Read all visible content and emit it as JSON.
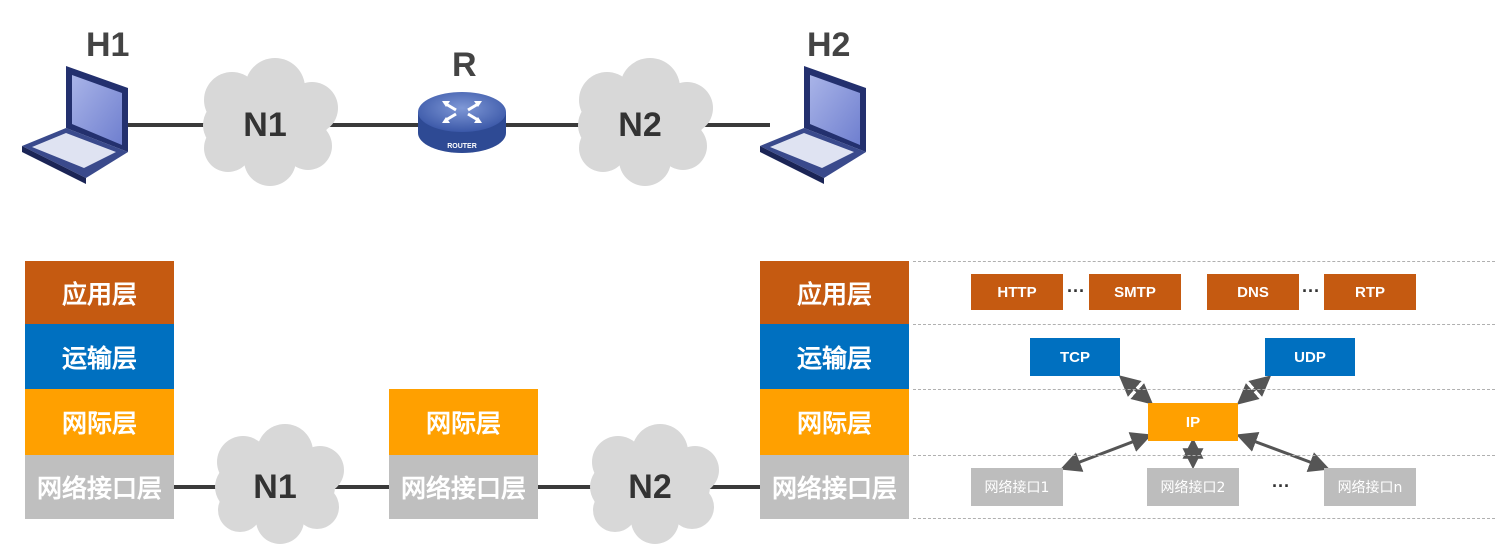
{
  "topology": {
    "host_left": "H1",
    "host_right": "H2",
    "router": "R",
    "router_badge": "ROUTER",
    "net_left": "N1",
    "net_right": "N2"
  },
  "stack": {
    "application": "应用层",
    "transport": "运输层",
    "internet": "网际层",
    "network_interface": "网络接口层",
    "net_left": "N1",
    "net_right": "N2"
  },
  "protocols": {
    "http": "HTTP",
    "smtp": "SMTP",
    "dns": "DNS",
    "rtp": "RTP",
    "tcp": "TCP",
    "udp": "UDP",
    "ip": "IP",
    "iface1": "网络接口1",
    "iface2": "网络接口2",
    "ifacen": "网络接口n",
    "ellipsis": "···"
  },
  "colors": {
    "application": "#c55a11",
    "transport": "#0070c0",
    "internet": "#ffa000",
    "network_interface": "#bfbfbf"
  }
}
